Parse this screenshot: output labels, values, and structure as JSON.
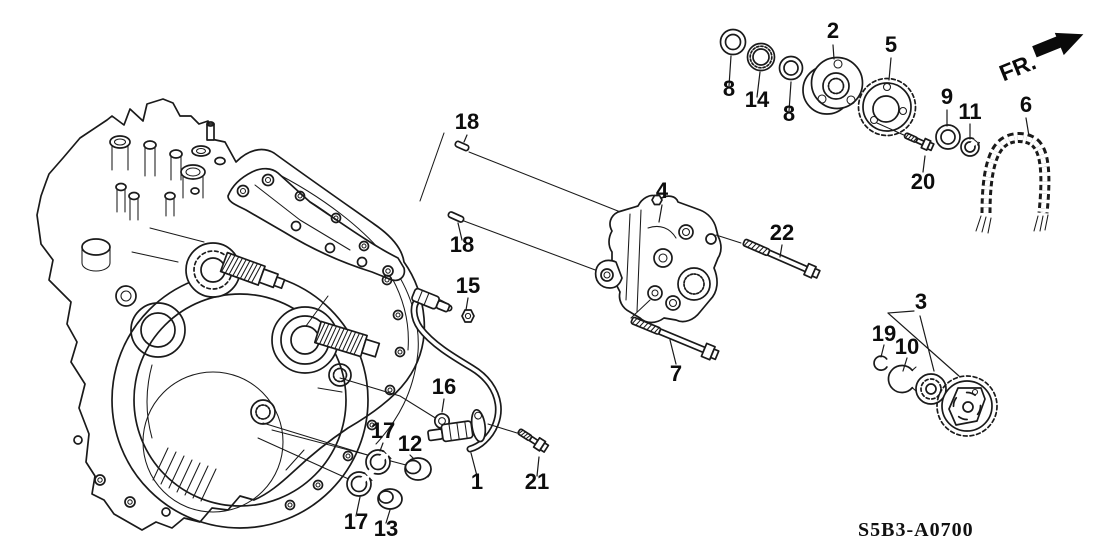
{
  "diagram": {
    "code": "S5B3-A0700",
    "direction_label": "FR.",
    "background": "#ffffff",
    "line_color": "#1a1a1a",
    "callouts": [
      {
        "num": "8"
      },
      {
        "num": "14"
      },
      {
        "num": "8"
      },
      {
        "num": "2"
      },
      {
        "num": "5"
      },
      {
        "num": "9"
      },
      {
        "num": "11"
      },
      {
        "num": "20"
      },
      {
        "num": "6"
      },
      {
        "num": "4"
      },
      {
        "num": "22"
      },
      {
        "num": "7"
      },
      {
        "num": "3"
      },
      {
        "num": "19"
      },
      {
        "num": "10"
      },
      {
        "num": "18"
      },
      {
        "num": "18"
      },
      {
        "num": "15"
      },
      {
        "num": "16"
      },
      {
        "num": "17"
      },
      {
        "num": "12"
      },
      {
        "num": "17"
      },
      {
        "num": "13"
      },
      {
        "num": "1"
      },
      {
        "num": "21"
      }
    ]
  }
}
